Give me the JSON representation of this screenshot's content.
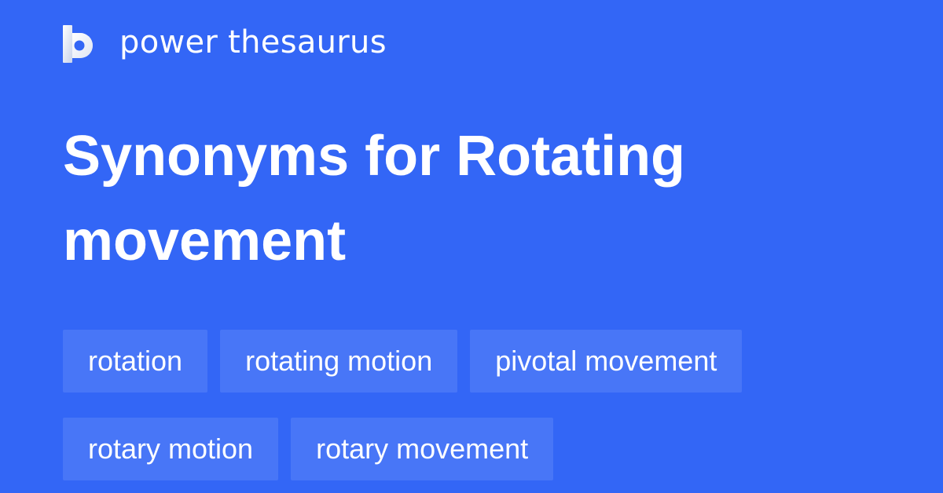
{
  "brand": {
    "name": "power thesaurus",
    "logo_icon": "power-thesaurus-logo-icon"
  },
  "title": {
    "line": "Synonyms for Rotating movement",
    "prefix": "Synonyms for",
    "term": "Rotating movement"
  },
  "synonyms": [
    {
      "label": "rotation"
    },
    {
      "label": "rotating motion"
    },
    {
      "label": "pivotal movement"
    },
    {
      "label": "rotary motion"
    },
    {
      "label": "rotary movement"
    }
  ],
  "colors": {
    "background": "#3366F6",
    "tag_background": "#4876F7",
    "text": "#FFFFFF"
  }
}
